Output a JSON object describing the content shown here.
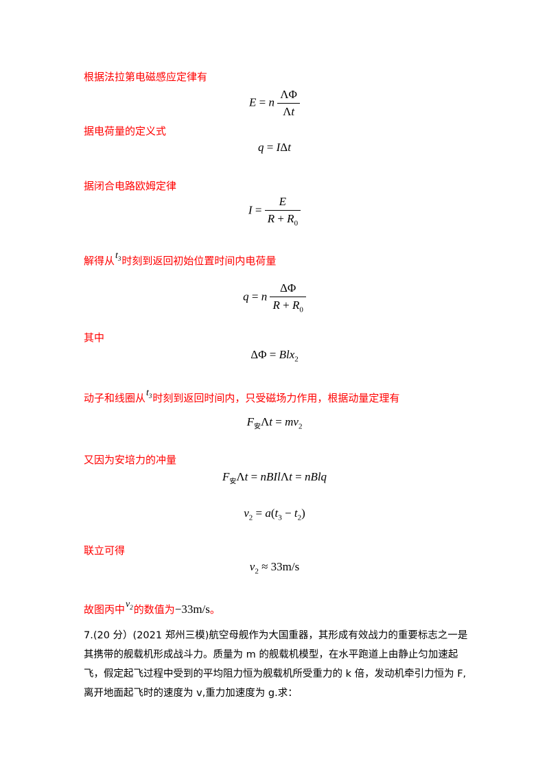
{
  "steps": {
    "s1_text": "根据法拉第电磁感应定律有",
    "s2_text": "据电荷量的定义式",
    "s3_text": "据闭合电路欧姆定律",
    "s4_text_a": "解得从",
    "s4_text_b": "时刻到返回初始位置时间内电荷量",
    "s5_text": "其中",
    "s6_text_a": "动子和线圈从",
    "s6_text_b": "时刻到返回时间内，只受磁场力作用，根据动量定理有",
    "s7_text": "又因为安培力的冲量",
    "s8_text": "联立可得",
    "s9_text_a": "故图丙中",
    "s9_text_b": "的数值为",
    "s9_value": "−33m/s",
    "s9_end": "。"
  },
  "symbols": {
    "subscript_an": "安"
  },
  "problem": {
    "text": "7.(20 分）(2021 郑州三模)航空母舰作为大国重器，其形成有效战力的重要标志之一是其携带的舰载机形成战斗力。质量为 m 的舰载机模型，在水平跑道上由静止匀加速起飞，假定起飞过程中受到的平均阻力恒为舰载机所受重力的 k 倍，发动机牵引力恒为 F,离开地面起飞时的速度为 v,重力加速度为 g.求："
  }
}
